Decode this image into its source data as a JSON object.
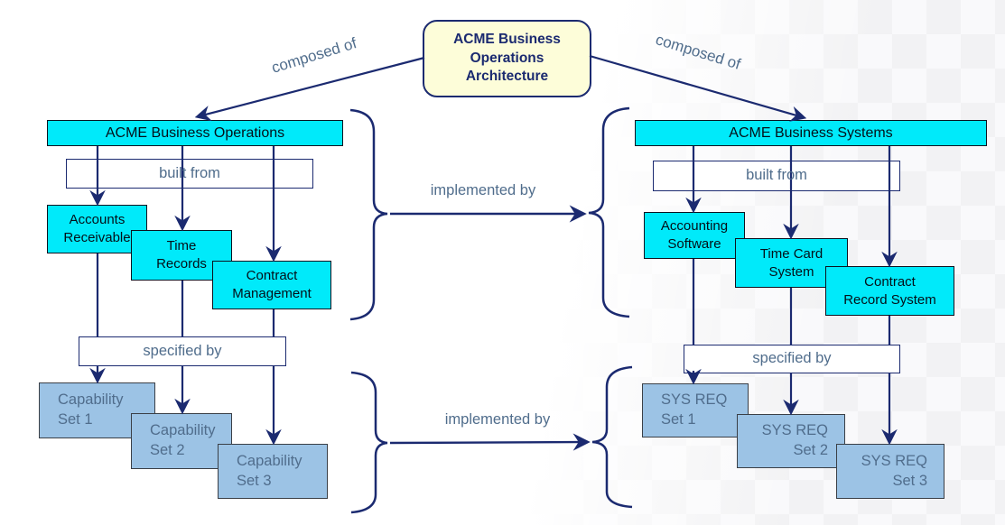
{
  "colors": {
    "navy": "#1b2a70",
    "cyan": "#00eafa",
    "light_blue": "#9cc3e5",
    "cream": "#fdfdd9",
    "slate": "#506d8c",
    "ink": "#041019",
    "ink_border": "#0c1220",
    "spec_border": "#3a3f46"
  },
  "root": {
    "label": "ACME Business\nOperations\nArchitecture"
  },
  "edges": {
    "composed_of_left": "composed of",
    "composed_of_right": "composed of",
    "implemented_by_top": "implemented by",
    "implemented_by_bottom": "implemented by"
  },
  "left": {
    "header": "ACME Business Operations",
    "built_from": "built from",
    "components": [
      "Accounts\nReceivable",
      "Time\nRecords",
      "Contract\nManagement"
    ],
    "specified_by": "specified by",
    "specs": [
      "Capability\nSet 1",
      "Capability\nSet 2",
      "Capability\nSet 3"
    ]
  },
  "right": {
    "header": "ACME Business Systems",
    "built_from": "built from",
    "components": [
      "Accounting\nSoftware",
      "Time Card\nSystem",
      "Contract\nRecord System"
    ],
    "specified_by": "specified by",
    "specs": [
      "SYS REQ\nSet 1",
      "SYS REQ\nSet 2",
      "SYS REQ\nSet 3"
    ]
  }
}
